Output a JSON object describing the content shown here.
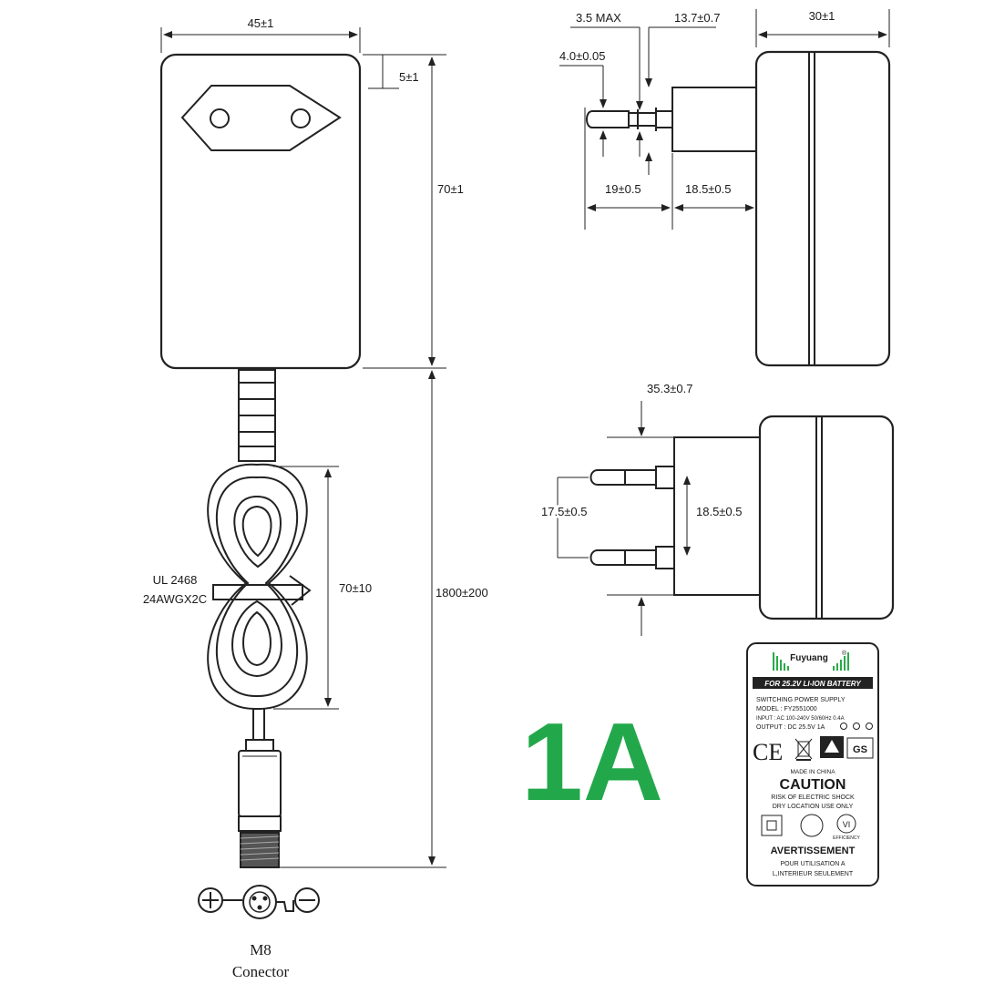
{
  "front_view": {
    "width": "45±1",
    "top_offset": "5±1",
    "height": "70±1"
  },
  "side_view": {
    "pin_max": "3.5 MAX",
    "pin_dia": "4.0±0.05",
    "pin_len": "13.7±0.7",
    "depth": "30±1",
    "pin_reach": "19±0.5",
    "base": "18.5±0.5"
  },
  "bottom_view": {
    "height": "35.3±0.7",
    "pin_spacing": "17.5±0.5",
    "base_width": "18.5±0.5"
  },
  "cable": {
    "type_line1": "UL 2468",
    "type_line2": "24AWGX2C",
    "coil": "70±10",
    "length": "1800±200"
  },
  "connector": {
    "name_line1": "M8",
    "name_line2": "Conector"
  },
  "current_label": "1A",
  "current_label_color": "#22a84a",
  "rating_label": {
    "brand": "Fuyuang",
    "reg_mark": "®",
    "battery_banner": "FOR 25.2V LI-ION BATTERY",
    "title": "SWITCHING POWER SUPPLY",
    "model": "MODEL : FY2551000",
    "input": "INPUT : AC 100-240V  50/60Hz  0.4A",
    "output": "OUTPUT : DC 25.5V  1A",
    "made_in": "MADE IN CHINA",
    "caution": "CAUTION",
    "caution_line1": "RISK OF ELECTRIC SHOCK",
    "caution_line2": "DRY LOCATION USE ONLY",
    "efficiency_mark": "VI",
    "efficiency": "EFFICIENCY",
    "avertissement": "AVERTISSEMENT",
    "avert_line1": "POUR UTILISATION A",
    "avert_line2": "L,INTERIEUR SEULEMENT",
    "ce_mark": "CE",
    "gs_mark": "GS"
  }
}
